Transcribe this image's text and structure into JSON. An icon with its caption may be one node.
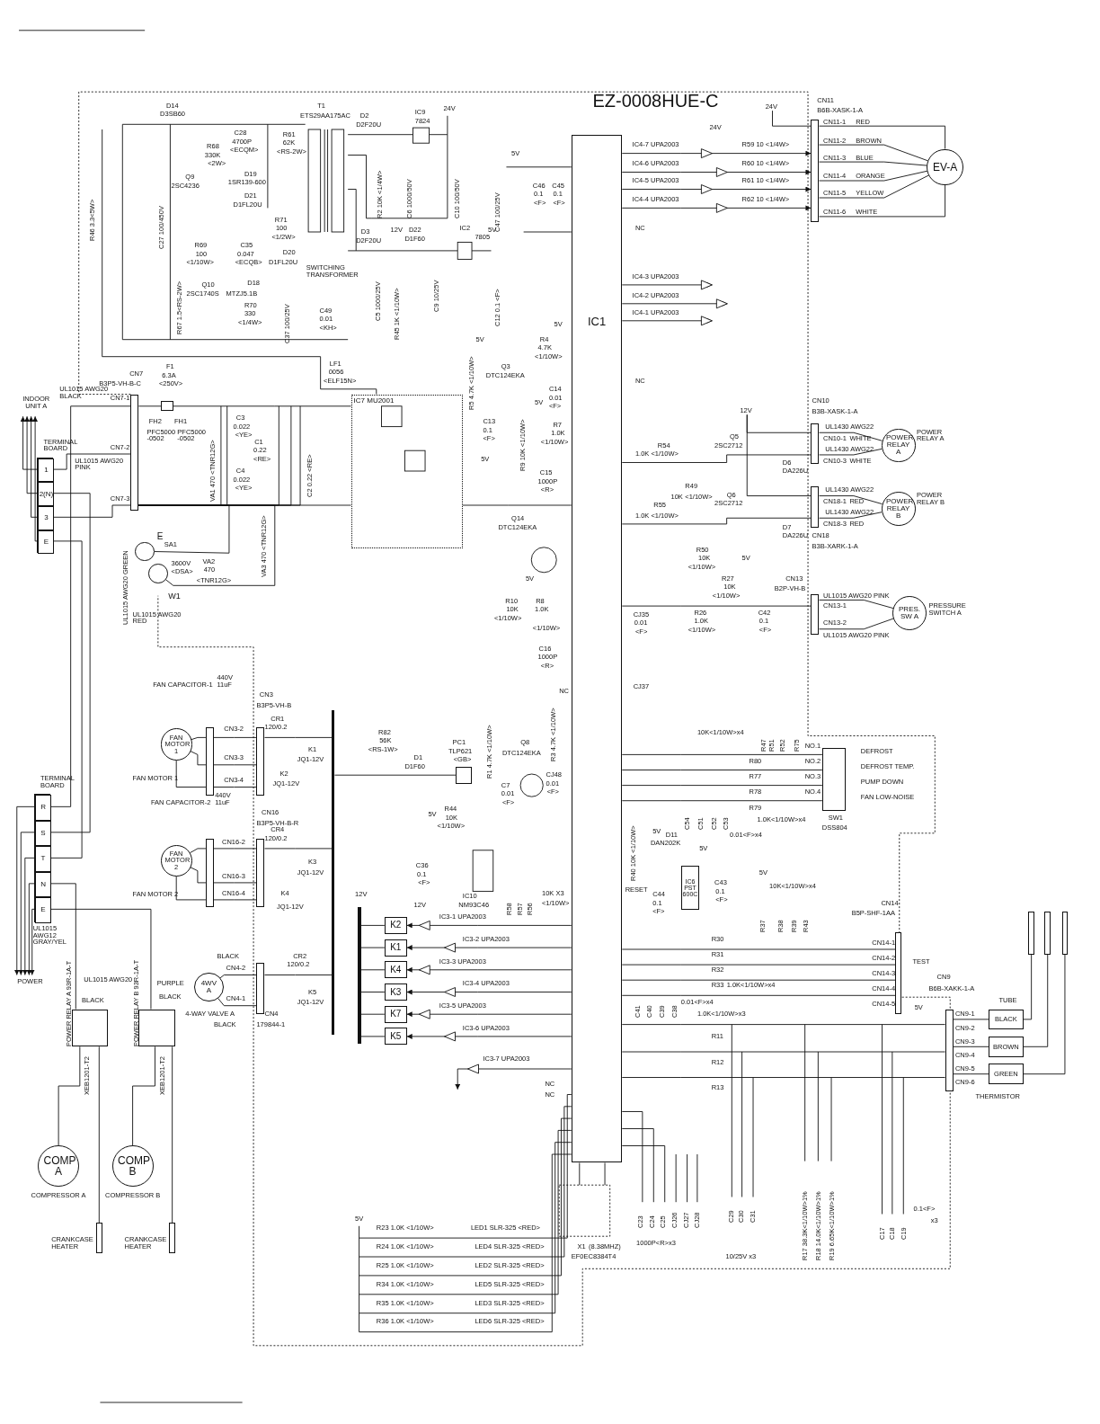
{
  "diagram": {
    "nodes": [
      {
        "text": [
          "EV-A"
        ]
      },
      {
        "text": [
          "POWER RELAY A"
        ],
        "beside": [
          "POWER RELAY A"
        ]
      },
      {
        "text": [
          "POWER RELAY B"
        ],
        "beside": [
          "POWER RELAY B"
        ]
      },
      {
        "text": [
          "PRES. SW A"
        ],
        "beside": [
          "PRESSURE SWITCH A"
        ]
      },
      {
        "text": [
          "INDOOR UNIT A"
        ]
      },
      {
        "text": [
          "TERMINAL BOARD"
        ]
      },
      {
        "text": [
          "1"
        ],
        "in": 5
      },
      {
        "text": [
          "2(N)"
        ],
        "in": 5
      },
      {
        "text": [
          "3"
        ],
        "in": 5
      },
      {
        "text": [
          "E"
        ],
        "in": 5
      },
      {
        "text": [
          "TERMINAL BOARD"
        ]
      },
      {
        "text": [
          "R"
        ],
        "in": 10
      },
      {
        "text": [
          "S"
        ],
        "in": 10
      },
      {
        "text": [
          "T"
        ],
        "in": 10
      },
      {
        "text": [
          "N"
        ],
        "in": 10
      },
      {
        "text": [
          "E"
        ],
        "in": 10
      },
      {
        "text": [
          "POWER"
        ]
      },
      {
        "text": [
          "FAN MOTOR 1"
        ],
        "beside": [
          "FAN MOTOR 1"
        ]
      },
      {
        "text": [
          "FAN MOTOR 2"
        ],
        "beside": [
          "FAN MOTOR 2"
        ]
      },
      {
        "text": [
          "4WV A"
        ],
        "beside": [
          "4-WAY VALVE A"
        ]
      },
      {
        "text": [
          "COMP A"
        ],
        "beside": [
          "COMPRESSOR A"
        ]
      },
      {
        "text": [
          "COMP B"
        ],
        "beside": [
          "COMPRESSOR B"
        ]
      },
      {
        "text": [
          "K2"
        ]
      },
      {
        "text": [
          "K1"
        ]
      },
      {
        "text": [
          "K4"
        ]
      },
      {
        "text": [
          "K3"
        ]
      },
      {
        "text": [
          "K7"
        ]
      },
      {
        "text": [
          "K5"
        ]
      },
      {
        "text": [
          "IC1"
        ]
      },
      {
        "text": [
          "IC7 MU2001"
        ]
      },
      {
        "text": [
          "IC6 PST 600C"
        ]
      },
      {
        "text": [
          "BLACK"
        ]
      },
      {
        "text": [
          "BROWN"
        ]
      },
      {
        "text": [
          "GREEN"
        ]
      },
      {
        "text": [],
        "shape": "box",
        "beside": [
          "CN11",
          "B6B-XASK-1-A"
        ]
      },
      {
        "text": [],
        "shape": "box",
        "beside": [
          "CN10",
          "B3B-XASK-1-A"
        ]
      },
      {
        "text": [],
        "shape": "box",
        "beside": [
          "CN18",
          "B3B-XARK-1-A"
        ]
      },
      {
        "text": [],
        "shape": "box",
        "beside": [
          "CN13",
          "B2P-VH-B"
        ]
      },
      {
        "text": [],
        "shape": "box",
        "beside": [
          "CN7",
          "B3P5-VH-B-C"
        ]
      },
      {
        "text": [],
        "shape": "box"
      },
      {
        "text": [],
        "shape": "box",
        "beside": [
          "CN3",
          "B3P5-VH-B"
        ]
      },
      {
        "text": [],
        "shape": "box"
      },
      {
        "text": [],
        "shape": "box",
        "beside": [
          "CN16",
          "B3P5-VH-B-R"
        ]
      },
      {
        "text": [],
        "shape": "box",
        "beside": [
          "CN4",
          "179844-1"
        ]
      },
      {
        "text": [],
        "shape": "box",
        "beside": [
          "CN14",
          "B5P-SHF-1AA"
        ]
      },
      {
        "text": [],
        "shape": "box",
        "beside": [
          "CN9",
          "B6B-XAKK-1-A"
        ]
      },
      {
        "text": [],
        "shape": "box",
        "beside": [
          "SW1",
          "DSS804",
          "DEFROST",
          "DEFROST TEMP.",
          "PUMP DOWN",
          "FAN LOW-NOISE"
        ]
      },
      {
        "text": [],
        "shape": "bar"
      },
      {
        "text": [],
        "shape": "box",
        "beside": [
          "POWER RELAY A 93R-1A-T"
        ]
      },
      {
        "text": [],
        "shape": "box",
        "beside": [
          "POWER RELAY B 93R-1A-T"
        ]
      },
      {
        "text": [],
        "shape": "box",
        "beside": [
          "CRANKCASE HEATER"
        ]
      },
      {
        "text": [],
        "shape": "box",
        "beside": [
          "CRANKCASE HEATER"
        ]
      },
      {
        "text": [],
        "shape": "box"
      },
      {
        "text": [],
        "shape": "box"
      },
      {
        "text": [],
        "shape": "box"
      },
      {
        "text": [],
        "shape": "bar"
      },
      {
        "text": [],
        "shape": "box",
        "beside": [
          "F1",
          "6.3A",
          "<250V>"
        ]
      },
      {
        "text": [
          "12V"
        ]
      },
      {
        "text": [
          "24V"
        ]
      },
      {
        "text": [],
        "shape": "box",
        "beside": [
          "PC1",
          "TLP621",
          "<GB>"
        ]
      },
      {
        "text": [],
        "shape": "circle",
        "beside": [
          "E"
        ]
      },
      {
        "text": [],
        "shape": "circle",
        "beside": [
          "W1"
        ]
      }
    ],
    "edges": [
      {
        "from": 6,
        "to": 4,
        "arrow": "to"
      },
      {
        "from": 7,
        "to": 4,
        "arrow": "to"
      },
      {
        "from": 8,
        "to": 4,
        "arrow": "to"
      },
      {
        "from": 9,
        "to": 4,
        "arrow": "to"
      },
      {
        "from": 11,
        "to": 16,
        "arrow": "to"
      },
      {
        "from": 12,
        "to": 16,
        "arrow": "to"
      },
      {
        "from": 13,
        "to": 16,
        "arrow": "to"
      },
      {
        "from": 14,
        "to": 16,
        "arrow": "to"
      },
      {
        "from": 15,
        "to": 16,
        "arrow": "to"
      },
      {
        "from": 29,
        "to": 28,
        "arrow": "none"
      },
      {
        "from": 28,
        "to": 34,
        "arrow": "to"
      },
      {
        "from": 28,
        "to": 34,
        "arrow": "to"
      },
      {
        "from": 28,
        "to": 34,
        "arrow": "to"
      },
      {
        "from": 28,
        "to": 34,
        "arrow": "to"
      },
      {
        "from": 28,
        "to": null,
        "arrow": "to"
      },
      {
        "from": 28,
        "to": null,
        "arrow": "to"
      },
      {
        "from": 28,
        "to": null,
        "arrow": "to"
      },
      {
        "from": 34,
        "to": 0,
        "arrow": "none"
      },
      {
        "from": 34,
        "to": 0,
        "arrow": "none"
      },
      {
        "from": 34,
        "to": 0,
        "arrow": "none"
      },
      {
        "from": 34,
        "to": 0,
        "arrow": "none"
      },
      {
        "from": 34,
        "to": 0,
        "arrow": "none"
      },
      {
        "from": 34,
        "to": 0,
        "arrow": "none"
      },
      {
        "from": 58,
        "to": 34,
        "arrow": "none"
      },
      {
        "from": 28,
        "to": 35,
        "arrow": "none"
      },
      {
        "from": 28,
        "to": 36,
        "arrow": "none"
      },
      {
        "from": 57,
        "to": 35,
        "arrow": "none"
      },
      {
        "from": 57,
        "to": 36,
        "arrow": "none"
      },
      {
        "from": 35,
        "to": 1,
        "arrow": "none"
      },
      {
        "from": 35,
        "to": 1,
        "arrow": "none"
      },
      {
        "from": 36,
        "to": 2,
        "arrow": "none"
      },
      {
        "from": 36,
        "to": 2,
        "arrow": "none"
      },
      {
        "from": 28,
        "to": 37,
        "arrow": "none"
      },
      {
        "from": 37,
        "to": 3,
        "arrow": "none"
      },
      {
        "from": 37,
        "to": 3,
        "arrow": "none"
      },
      {
        "from": 28,
        "to": 46,
        "arrow": "none"
      },
      {
        "from": 28,
        "to": 46,
        "arrow": "none"
      },
      {
        "from": 28,
        "to": 46,
        "arrow": "none"
      },
      {
        "from": 28,
        "to": 46,
        "arrow": "none"
      },
      {
        "from": 28,
        "to": 44,
        "arrow": "none"
      },
      {
        "from": 28,
        "to": 44,
        "arrow": "none"
      },
      {
        "from": 28,
        "to": 44,
        "arrow": "none"
      },
      {
        "from": 28,
        "to": 44,
        "arrow": "none"
      },
      {
        "from": 28,
        "to": 45,
        "arrow": "none"
      },
      {
        "from": 28,
        "to": 45,
        "arrow": "none"
      },
      {
        "from": 28,
        "to": 45,
        "arrow": "none"
      },
      {
        "from": 45,
        "to": 31,
        "arrow": "none"
      },
      {
        "from": 45,
        "to": 32,
        "arrow": "none"
      },
      {
        "from": 45,
        "to": 33,
        "arrow": "none"
      },
      {
        "from": 31,
        "to": 52,
        "arrow": "none"
      },
      {
        "from": 32,
        "to": 53,
        "arrow": "none"
      },
      {
        "from": 33,
        "to": 54,
        "arrow": "none"
      },
      {
        "from": 55,
        "to": 22,
        "arrow": "none"
      },
      {
        "from": 55,
        "to": 23,
        "arrow": "none"
      },
      {
        "from": 55,
        "to": 24,
        "arrow": "none"
      },
      {
        "from": 55,
        "to": 25,
        "arrow": "none"
      },
      {
        "from": 55,
        "to": 26,
        "arrow": "none"
      },
      {
        "from": 55,
        "to": 27,
        "arrow": "none"
      },
      {
        "from": 28,
        "to": 22,
        "arrow": "to"
      },
      {
        "from": 28,
        "to": 23,
        "arrow": "to"
      },
      {
        "from": 28,
        "to": 24,
        "arrow": "to"
      },
      {
        "from": 28,
        "to": 25,
        "arrow": "to"
      },
      {
        "from": 28,
        "to": 26,
        "arrow": "to"
      },
      {
        "from": 28,
        "to": 27,
        "arrow": "to"
      },
      {
        "from": 28,
        "to": null,
        "arrow": "to"
      },
      {
        "from": 28,
        "to": null,
        "arrow": "none"
      },
      {
        "from": 28,
        "to": null,
        "arrow": "none"
      },
      {
        "from": 28,
        "to": null,
        "arrow": "none"
      },
      {
        "from": 28,
        "to": null,
        "arrow": "none"
      },
      {
        "from": 28,
        "to": null,
        "arrow": "none"
      },
      {
        "from": 28,
        "to": null,
        "arrow": "none"
      },
      {
        "from": 28,
        "to": null,
        "arrow": "none"
      },
      {
        "from": 28,
        "to": null,
        "arrow": "none"
      },
      {
        "from": 28,
        "to": null,
        "arrow": "none"
      },
      {
        "from": 28,
        "to": null,
        "arrow": "none"
      },
      {
        "from": 28,
        "to": null,
        "arrow": "none"
      },
      {
        "from": null,
        "to": 28,
        "arrow": "none"
      },
      {
        "from": null,
        "to": 28,
        "arrow": "none"
      },
      {
        "from": null,
        "to": 29,
        "arrow": "none"
      },
      {
        "from": 56,
        "to": 29,
        "arrow": "none"
      },
      {
        "from": 38,
        "to": 29,
        "arrow": "none"
      },
      {
        "from": 38,
        "to": 56,
        "arrow": "none"
      },
      {
        "from": 6,
        "to": 38,
        "arrow": "none"
      },
      {
        "from": 8,
        "to": 38,
        "arrow": "none"
      },
      {
        "from": 38,
        "to": 11,
        "arrow": "none"
      },
      {
        "from": 7,
        "to": 12,
        "arrow": "none"
      },
      {
        "from": 9,
        "to": 13,
        "arrow": "none"
      },
      {
        "from": 14,
        "to": 48,
        "arrow": "none"
      },
      {
        "from": 15,
        "to": 49,
        "arrow": "none"
      },
      {
        "from": 48,
        "to": 20,
        "arrow": "none"
      },
      {
        "from": 49,
        "to": 21,
        "arrow": "none"
      },
      {
        "from": 48,
        "to": 50,
        "arrow": "none"
      },
      {
        "from": 49,
        "to": 51,
        "arrow": "none"
      },
      {
        "from": 17,
        "to": 39,
        "arrow": "none"
      },
      {
        "from": 17,
        "to": 39,
        "arrow": "none"
      },
      {
        "from": 17,
        "to": 39,
        "arrow": "none"
      },
      {
        "from": 39,
        "to": 40,
        "arrow": "none"
      },
      {
        "from": 39,
        "to": 40,
        "arrow": "none"
      },
      {
        "from": 39,
        "to": 40,
        "arrow": "none"
      },
      {
        "from": 18,
        "to": 41,
        "arrow": "none"
      },
      {
        "from": 18,
        "to": 41,
        "arrow": "none"
      },
      {
        "from": 18,
        "to": 41,
        "arrow": "none"
      },
      {
        "from": 41,
        "to": 42,
        "arrow": "none"
      },
      {
        "from": 41,
        "to": 42,
        "arrow": "none"
      },
      {
        "from": 41,
        "to": 42,
        "arrow": "none"
      },
      {
        "from": 40,
        "to": 47,
        "arrow": "none"
      },
      {
        "from": 42,
        "to": 47,
        "arrow": "none"
      },
      {
        "from": 43,
        "to": 47,
        "arrow": "none"
      },
      {
        "from": 19,
        "to": 43,
        "arrow": "none"
      },
      {
        "from": 19,
        "to": 43,
        "arrow": "none"
      },
      {
        "from": 47,
        "to": 59,
        "arrow": "none"
      },
      {
        "from": 38,
        "to": null,
        "arrow": "none"
      },
      {
        "from": 38,
        "to": null,
        "arrow": "none"
      },
      {
        "from": 38,
        "to": null,
        "arrow": "none"
      },
      {
        "from": 38,
        "to": null,
        "arrow": "none"
      },
      {
        "from": 38,
        "to": null,
        "arrow": "none"
      },
      {
        "from": 38,
        "to": 60,
        "arrow": "none"
      },
      {
        "from": 38,
        "to": 61,
        "arrow": "none"
      }
    ],
    "labels": [
      "D14",
      "D3SB60",
      "T1",
      "ETS29AA175AC",
      "C28",
      "4700P",
      "<ECQM>",
      "R61",
      "62K",
      "<RS-2W>",
      "R68",
      "330K",
      "<2W>",
      "Q9",
      "2SC4236",
      "D19",
      "1SR139-600",
      "D21",
      "D1FL20U",
      "R71",
      "100",
      "<1/2W>",
      "C35",
      "0.047",
      "<ECQB>",
      "D20",
      "D1FL20U",
      "R69",
      "100",
      "<1/10W>",
      "Q10",
      "2SC1740S",
      "D18",
      "MTZJ5.1B",
      "R70",
      "330",
      "<1/4W>",
      "C37 100/25V",
      "SWITCHING TRANSFORMER",
      "C49",
      "0.01",
      "<KH>",
      "R46 3.3<5W>",
      "C27 100/450V",
      "R67 1.5<RS-2W>",
      "D2",
      "D2F20U",
      "IC9",
      "7824",
      "24V",
      "R2 10K <1/4W>",
      "C6 1000/50V",
      "C10 100/50V",
      "EZ-0008HUE-C",
      "5V",
      "C47 100/25V",
      "C46",
      "0.1",
      "<F>",
      "C45",
      "0.1",
      "<F>",
      "D3",
      "D2F20U",
      "12V",
      "D22",
      "D1F60",
      "IC2",
      "7805",
      "5V",
      "C5 1000/25V",
      "R45 1K <1/10W>",
      "C9 10/25V",
      "C12 0.1 <F>",
      "24V",
      "CN11-1",
      "CN11-2",
      "CN11-3",
      "CN11-4",
      "CN11-5",
      "CN11-6",
      "RED",
      "BROWN",
      "BLUE",
      "ORANGE",
      "YELLOW",
      "WHITE",
      "IC4-7 UPA2003",
      "IC4-6 UPA2003",
      "IC4-5 UPA2003",
      "IC4-4 UPA2003",
      "R59 10 <1/4W>",
      "R60 10 <1/4W>",
      "R61 10 <1/4W>",
      "R62 10 <1/4W>",
      "NC",
      "IC4-3 UPA2003",
      "IC4-2 UPA2003",
      "IC4-1 UPA2003",
      "FH2",
      "FH1",
      "PFC5000 -0502",
      "PFC5000 -0502",
      "LF1",
      "0056",
      "<ELF15N>",
      "C3",
      "0.022",
      "<YE>",
      "C1",
      "0.22",
      "<RE>",
      "C4",
      "0.022",
      "<YE>",
      "C2 0.22 <RE>",
      "VA1 470 <TNR12G>",
      "SA1",
      "3600V",
      "<DSA>",
      "VA2",
      "470",
      "<TNR12G>",
      "VA3 470 <TNR12G>",
      "UL1015 AWG20 BLACK",
      "UL1015 AWG20 PINK",
      "UL1015 AWG20 GREEN",
      "UL1015 AWG20 RED",
      "CN7-1",
      "CN7-2",
      "CN7-3",
      "5V",
      "R5 4.7K <1/10W>",
      "Q3",
      "DTC124EKA",
      "5V",
      "R4",
      "4.7K",
      "<1/10W>",
      "C14",
      "0.01",
      "<F>",
      "5V",
      "R9 10K <1/10W>",
      "R7",
      "1.0K",
      "<1/10W>",
      "C13",
      "0.1",
      "<F>",
      "5V",
      "C15",
      "1000P",
      "<R>",
      "Q14",
      "DTC124EKA",
      "5V",
      "R10",
      "10K",
      "<1/10W>",
      "R8",
      "1.0K",
      "<1/10W>",
      "C16",
      "1000P",
      "<R>",
      "NC",
      "NC",
      "R54",
      "1.0K <1/10W>",
      "R49",
      "10K",
      "<1/10W>",
      "R55",
      "1.0K <1/10W>",
      "Q5",
      "2SC2712",
      "D6",
      "DA226U",
      "Q6",
      "2SC2712",
      "D7",
      "DA226U",
      "R50",
      "10K",
      "<1/10W>",
      "UL1430 AWG22",
      "CN10-1",
      "WHITE",
      "UL1430 AWG22",
      "CN10-3",
      "WHITE",
      "UL1430 AWG22",
      "CN18-1",
      "RED",
      "UL1430 AWG22",
      "CN18-3",
      "RED",
      "5V",
      "R27",
      "10K",
      "<1/10W>",
      "CJ35",
      "0.01",
      "<F>",
      "R26",
      "1.0K",
      "<1/10W>",
      "C42",
      "0.1",
      "<F>",
      "UL1015 AWG20 PINK",
      "CN13-1",
      "CN13-2",
      "UL1015 AWG20 PINK",
      "CJ37",
      "FAN CAPACITOR-1",
      "440V 11uF",
      "CN3-2",
      "CN3-3",
      "CN3-4",
      "CR1",
      "120/0.2",
      "K1",
      "JQ1-12V",
      "K2",
      "JQ1-12V",
      "FAN CAPACITOR-2",
      "440V 11uF",
      "CN16-2",
      "CN16-3",
      "CN16-4",
      "CR4",
      "120/0.2",
      "K3",
      "JQ1-12V",
      "K4",
      "JQ1-12V",
      "BLACK",
      "CN4-2",
      "CN4-1",
      "BLACK",
      "CR2",
      "120/0.2",
      "K5",
      "JQ1-12V",
      "UL1015 AWG12 GRAY/YEL",
      "UL1015 AWG20",
      "PURPLE",
      "BLACK",
      "BLACK",
      "XEB1201-T2",
      "XEB1201-T2",
      "R82",
      "56K",
      "<RS-1W>",
      "D1",
      "D1F60",
      "R1 4.7K <1/10W>",
      "Q8",
      "DTC124EKA",
      "R3 4.7K <1/10W>",
      "C7",
      "0.01",
      "<F>",
      "CJ48",
      "0.01",
      "<F>",
      "5V",
      "R44",
      "10K",
      "<1/10W>",
      "C36",
      "0.1",
      "<F>",
      "IC10",
      "NM93C46",
      "R58",
      "R57",
      "R56",
      "10K X3",
      "<1/10W>",
      "12V",
      "12V",
      "IC3-1 UPA2003",
      "IC3-2 UPA2003",
      "IC3-3 UPA2003",
      "IC3-4 UPA2003",
      "IC3-5 UPA2003",
      "IC3-6 UPA2003",
      "IC3-7 UPA2003",
      "NC",
      "NC",
      "5V",
      "R23 1.0K <1/10W>",
      "LED1 SLR-325 <RED>",
      "R24 1.0K <1/10W>",
      "LED4 SLR-325 <RED>",
      "R25 1.0K <1/10W>",
      "LED2 SLR-325 <RED>",
      "R34 1.0K <1/10W>",
      "LED5 SLR-325 <RED>",
      "R35 1.0K <1/10W>",
      "LED3 SLR-325 <RED>",
      "R36 1.0K <1/10W>",
      "LED6 SLR-325 <RED>",
      "X1",
      "(8.38MHZ)",
      "EF0EC8384T4",
      "5V",
      "D11",
      "DAN202K",
      "R40 10K <1/10W>",
      "RESET",
      "C44",
      "0.1",
      "<F>",
      "5V",
      "C43",
      "0.1",
      "<F>",
      "C41",
      "C40",
      "C39",
      "C38",
      "0.01<F>x4",
      "C54",
      "C51",
      "C52",
      "C53",
      "0.01<F>x4",
      "10K<1/10W>x4",
      "R47",
      "R51",
      "R52",
      "R75",
      "R80",
      "R77",
      "R78",
      "R79",
      "1.0K<1/10W>x4",
      "NO.1",
      "NO.2",
      "NO.3",
      "NO.4",
      "5V",
      "10K<1/10W>x4",
      "R37",
      "R38",
      "R39",
      "R43",
      "R30",
      "R31",
      "R32",
      "R33",
      "1.0K<1/10W>x4",
      "CN14-1",
      "CN14-2",
      "CN14-3",
      "CN14-4",
      "CN14-5",
      "TEST",
      "5V",
      "CN9-1",
      "CN9-2",
      "CN9-3",
      "CN9-4",
      "CN9-5",
      "CN9-6",
      "TUBE",
      "THERMISTOR",
      "1.0K<1/10W>x3",
      "R11",
      "R12",
      "R13",
      "C23",
      "C24",
      "C25",
      "CJ26",
      "CJ27",
      "CJ28",
      "1000P<R>x3",
      "C29",
      "C30",
      "C31",
      "10/25V x3",
      "R17 38.3K<1/10W>1%",
      "R18 14.0K<1/10W>1%",
      "R19 6.65K<1/10W>1%",
      "C17",
      "C18",
      "C19",
      "0.1<F>",
      "x3"
    ]
  }
}
